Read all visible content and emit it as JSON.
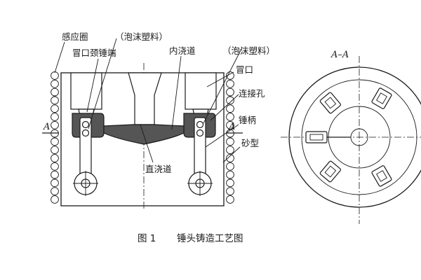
{
  "diagram": {
    "labels": {
      "induction_coil": "感应圈",
      "foam_plastic_1": "（泡沫塑料）",
      "riser_neck_hammer_end": "冒口颈锤端",
      "inner_runner": "内浇道",
      "foam_plastic_2": "（泡沫塑料）",
      "riser": "冒口",
      "connecting_hole": "连接孔",
      "hammer_handle": "锤柄",
      "sand_mold": "砂型",
      "sprue": "直浇道",
      "section_a_left": "A",
      "section_a_right": "A",
      "section_title": "A–A"
    },
    "caption": {
      "number": "图 1",
      "text": "锤头铸造工艺图"
    }
  }
}
